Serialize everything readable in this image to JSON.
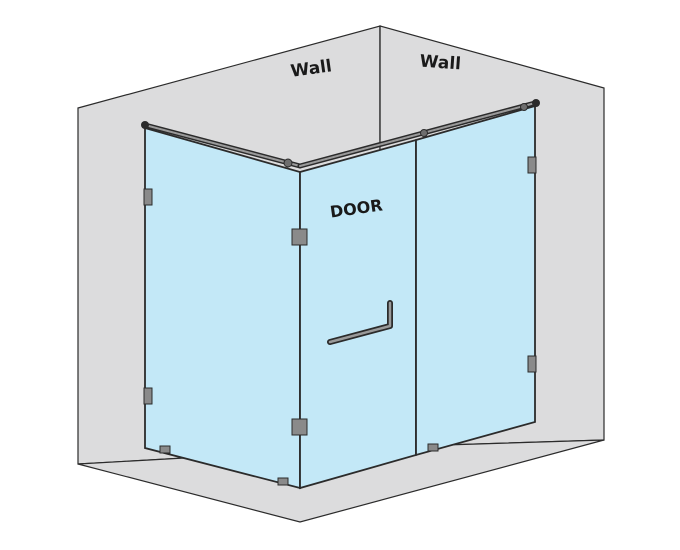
{
  "labels": {
    "wall_left": "Wall",
    "wall_right": "Wall",
    "door": "DOOR"
  },
  "colors": {
    "wall": "#dcdcdd",
    "glass": "#c3e8f7",
    "outline": "#2b2b2b",
    "hardware": "#8a8a8a"
  }
}
